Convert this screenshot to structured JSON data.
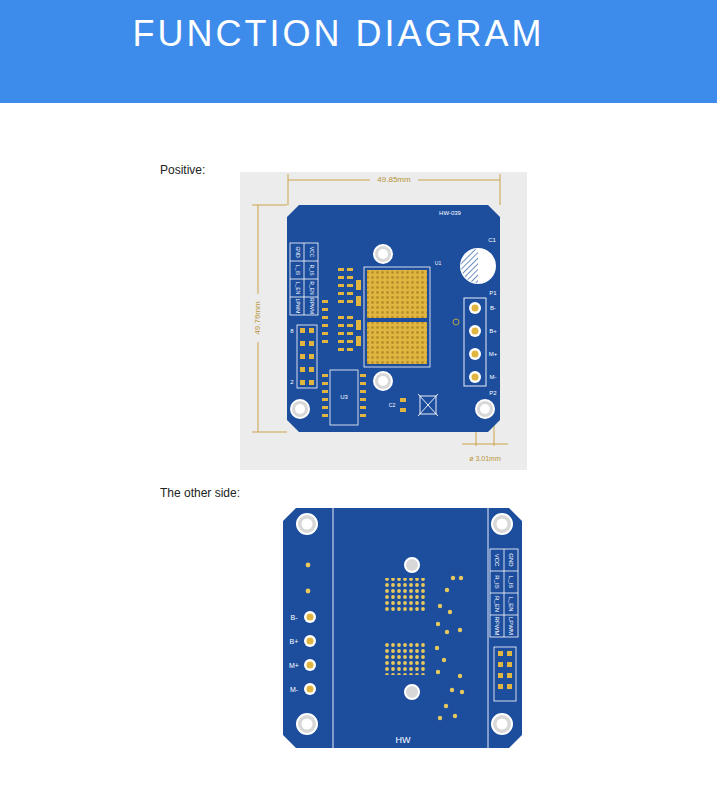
{
  "diagram": {
    "title": "FUNCTION DIAGRAM",
    "labels": [
      "Positive:",
      "49.85mm",
      "49.76mm",
      "HW-039",
      "C1",
      "U1",
      "P1",
      "B-",
      "B+",
      "M+",
      "M-",
      "P2",
      "C2",
      "U3",
      "8",
      "2",
      "GND",
      "VCC",
      "L_IS",
      "R_IS",
      "L_EN",
      "R_EN",
      "LPWM",
      "RPWM",
      "ø 3.01mm",
      "The other side:",
      "B-",
      "B+",
      "M+",
      "M-",
      "VCC",
      "GND",
      "R_IS",
      "L_IS",
      "R_EN",
      "L_EN",
      "RPWM",
      "LPWM",
      "HW"
    ]
  }
}
